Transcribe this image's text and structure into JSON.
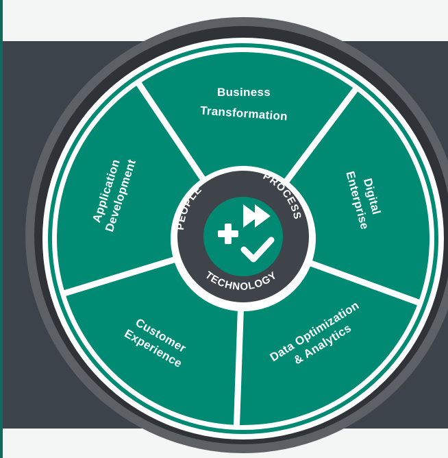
{
  "colors": {
    "background": "#f4f5f5",
    "band": "#3d434a",
    "outer_ring": "#2f3338",
    "ring_white": "#ffffff",
    "teal": "#008a74",
    "hub": "#3e4449"
  },
  "segments": [
    {
      "lines": [
        "Business",
        "Transformation"
      ]
    },
    {
      "lines": [
        "Digital",
        "Enterprise"
      ]
    },
    {
      "lines": [
        "Data Optimization",
        "& Analytics"
      ]
    },
    {
      "lines": [
        "Customer",
        "Experience"
      ]
    },
    {
      "lines": [
        "Application",
        "Development"
      ]
    }
  ],
  "hub": {
    "top_left": "PEOPLE",
    "top_right": "PROCESS",
    "bottom": "TECHNOLOGY",
    "icons": [
      "plus-icon",
      "fast-forward-icon",
      "checkmark-icon"
    ]
  }
}
